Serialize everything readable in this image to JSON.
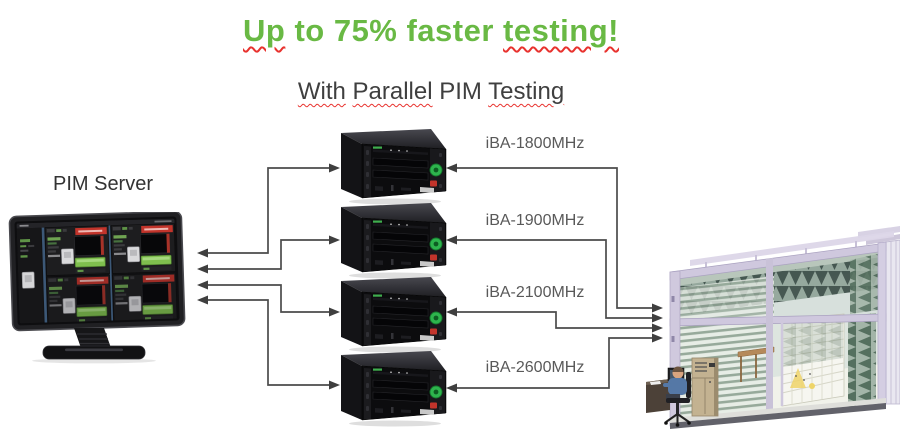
{
  "headline": {
    "word_up": "Up",
    "middle": " to 75% faster ",
    "word_testing": "testing!"
  },
  "subheadline": {
    "word_with": "With",
    "space1": " ",
    "word_parallel": "Parallel",
    "middle": " PIM ",
    "word_testing": "Testing"
  },
  "server": {
    "label": "PIM Server"
  },
  "analyzers": {
    "labels": [
      "iBA-1800MHz",
      "iBA-1900MHz",
      "iBA-2100MHz",
      "iBA-2600MHz"
    ]
  },
  "theme": {
    "headline_green": "#69B944",
    "subtext_gray": "#3F3F3F",
    "label_gray": "#595959",
    "line_gray": "#4B4B4B",
    "arrow_dark": "#3F3F3F",
    "squiggle_red": "#E8322E",
    "knob_green": "#2EB44D",
    "banner_red": "#C2342B",
    "chamber_frame_lavender": "#CFC8DE",
    "absorber_teal": "#3F514B"
  }
}
